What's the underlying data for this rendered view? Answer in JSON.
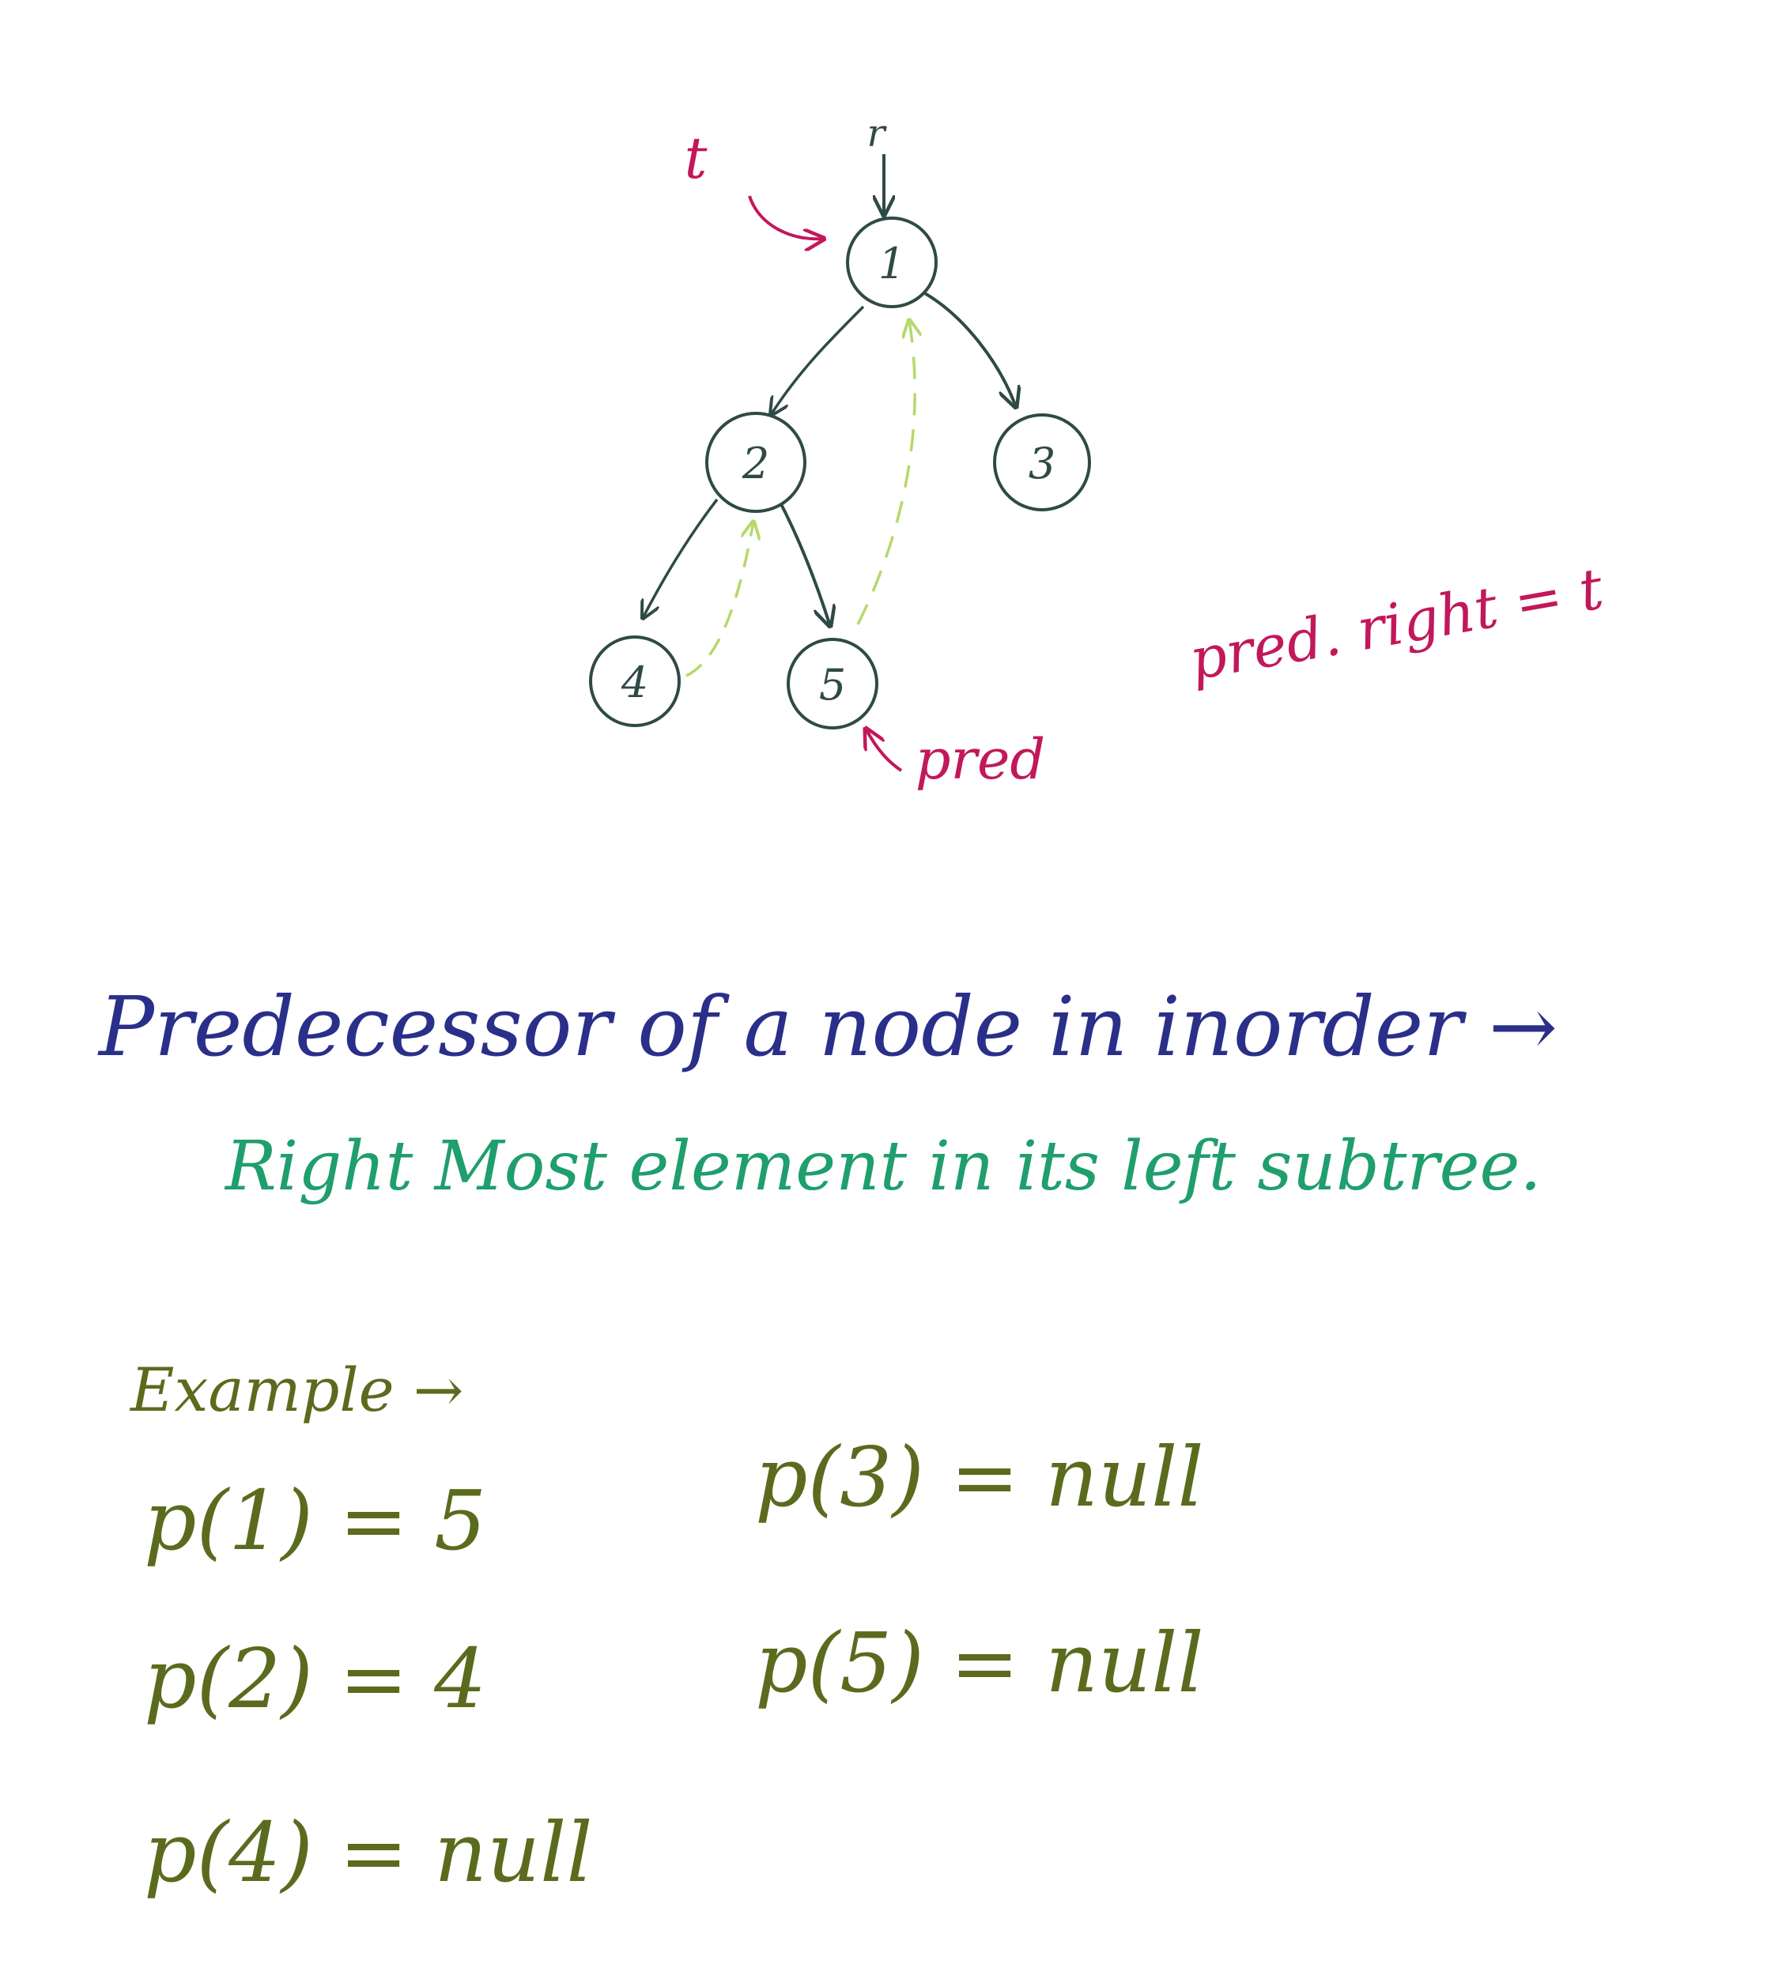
{
  "diagram": {
    "root_pointer_label": "r",
    "t_label": "t",
    "pred_label": "pred",
    "assignment": "pred. right = t",
    "nodes": [
      "1",
      "2",
      "3",
      "4",
      "5"
    ]
  },
  "heading": {
    "line1": "Predecessor of a node in inorder →",
    "line2": "Right Most element in its left subtree."
  },
  "example": {
    "title": "Example →",
    "items": [
      "p(1) = 5",
      "p(2) = 4",
      "p(4) = null",
      "p(3) = null",
      "p(5) = null"
    ]
  },
  "colors": {
    "tree": "#2f4a45",
    "pink": "#c2185b",
    "thread": "#b5d96a",
    "heading": "#2a2f8a",
    "green": "#1f9e6e",
    "olive": "#5b6b1e"
  }
}
